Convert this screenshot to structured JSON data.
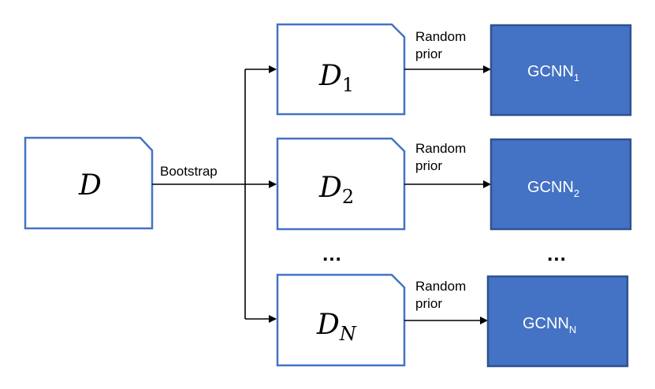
{
  "colors": {
    "border": "#4472c4",
    "model_fill": "#4472c4",
    "model_border": "#2f528f",
    "arrow": "#000000",
    "model_text": "#ffffff"
  },
  "source": {
    "symbol": "D"
  },
  "bootstrap_label": "Bootstrap",
  "datasets": [
    {
      "symbol": "D",
      "subscript": "1"
    },
    {
      "symbol": "D",
      "subscript": "2"
    },
    {
      "symbol": "D",
      "subscript": "N"
    }
  ],
  "prior_label": {
    "line1": "Random",
    "line2": "prior"
  },
  "models": [
    {
      "name": "GCNN",
      "subscript": "1"
    },
    {
      "name": "GCNN",
      "subscript": "2"
    },
    {
      "name": "GCNN",
      "subscript": "N"
    }
  ],
  "ellipsis": "…"
}
